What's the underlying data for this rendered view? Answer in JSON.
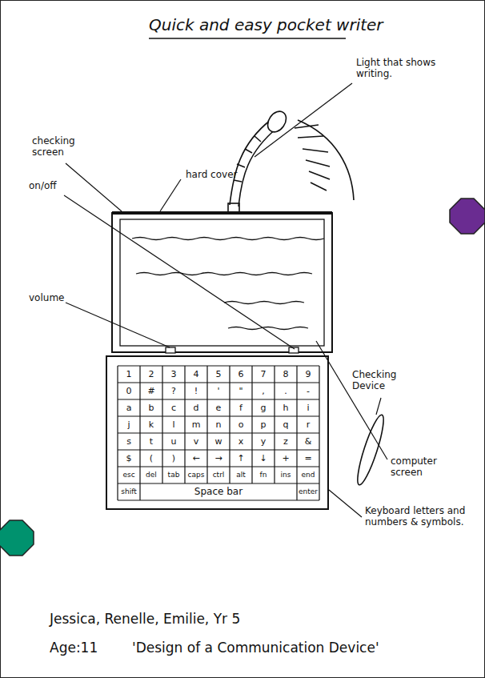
{
  "diagram": {
    "title": "Quick and easy pocket writer",
    "labels": [
      "Light that shows writing.",
      "checking screen",
      "hard cover",
      "on/off",
      "volume",
      "Checking Device",
      "computer screen",
      "Keyboard letters and numbers & symbols.",
      "1",
      "2",
      "3",
      "4",
      "5",
      "6",
      "7",
      "8",
      "9",
      "0",
      "#",
      "?",
      "!",
      "'",
      "\"",
      ",",
      ".",
      "-",
      "a",
      "b",
      "c",
      "d",
      "e",
      "f",
      "g",
      "h",
      "i",
      "j",
      "k",
      "l",
      "m",
      "n",
      "o",
      "p",
      "q",
      "r",
      "s",
      "t",
      "u",
      "v",
      "w",
      "x",
      "y",
      "z",
      "&",
      "$",
      "(",
      ")",
      "←",
      "→",
      "↑",
      "↓",
      "+",
      "=",
      "esc",
      "del",
      "tab",
      "caps",
      "ctrl",
      "alt",
      "fn",
      "ins",
      "end",
      "shift",
      "Space bar",
      "enter",
      "Jessica, Renelle, Emilie, Yr 5",
      "Age:11",
      "'Design of a Communication Device'"
    ]
  }
}
